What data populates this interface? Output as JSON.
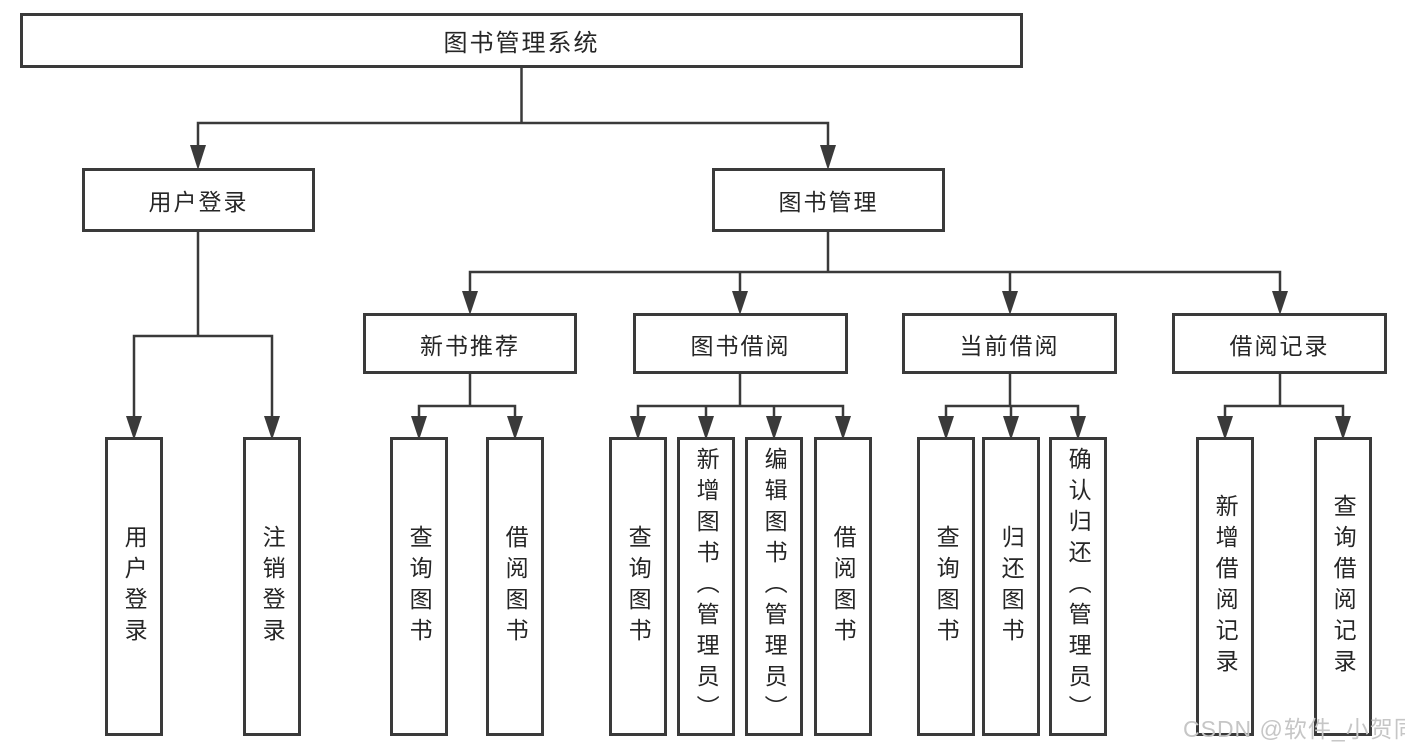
{
  "colors": {
    "line": "#3a3a3a",
    "border": "#3a3a3a",
    "text": "#262626",
    "watermark": "#c6c6c6",
    "background": "#ffffff"
  },
  "watermark": {
    "text": "CSDN @软件_小贺同学"
  },
  "diagram": {
    "type": "hierarchy-tree",
    "root": {
      "label": "图书管理系统"
    },
    "user_login": {
      "label": "用户登录",
      "children": [
        "用户登录",
        "注销登录"
      ]
    },
    "book_mgmt": {
      "label": "图书管理",
      "groups": {
        "new_book": {
          "label": "新书推荐",
          "children": [
            "查询图书",
            "借阅图书"
          ]
        },
        "borrow": {
          "label": "图书借阅",
          "children": [
            "查询图书",
            "新增图书（管理员）",
            "编辑图书（管理员）",
            "借阅图书"
          ]
        },
        "current": {
          "label": "当前借阅",
          "children": [
            "查询图书",
            "归还图书",
            "确认归还（管理员）"
          ]
        },
        "records": {
          "label": "借阅记录",
          "children": [
            "新增借阅记录",
            "查询借阅记录"
          ]
        }
      }
    }
  }
}
